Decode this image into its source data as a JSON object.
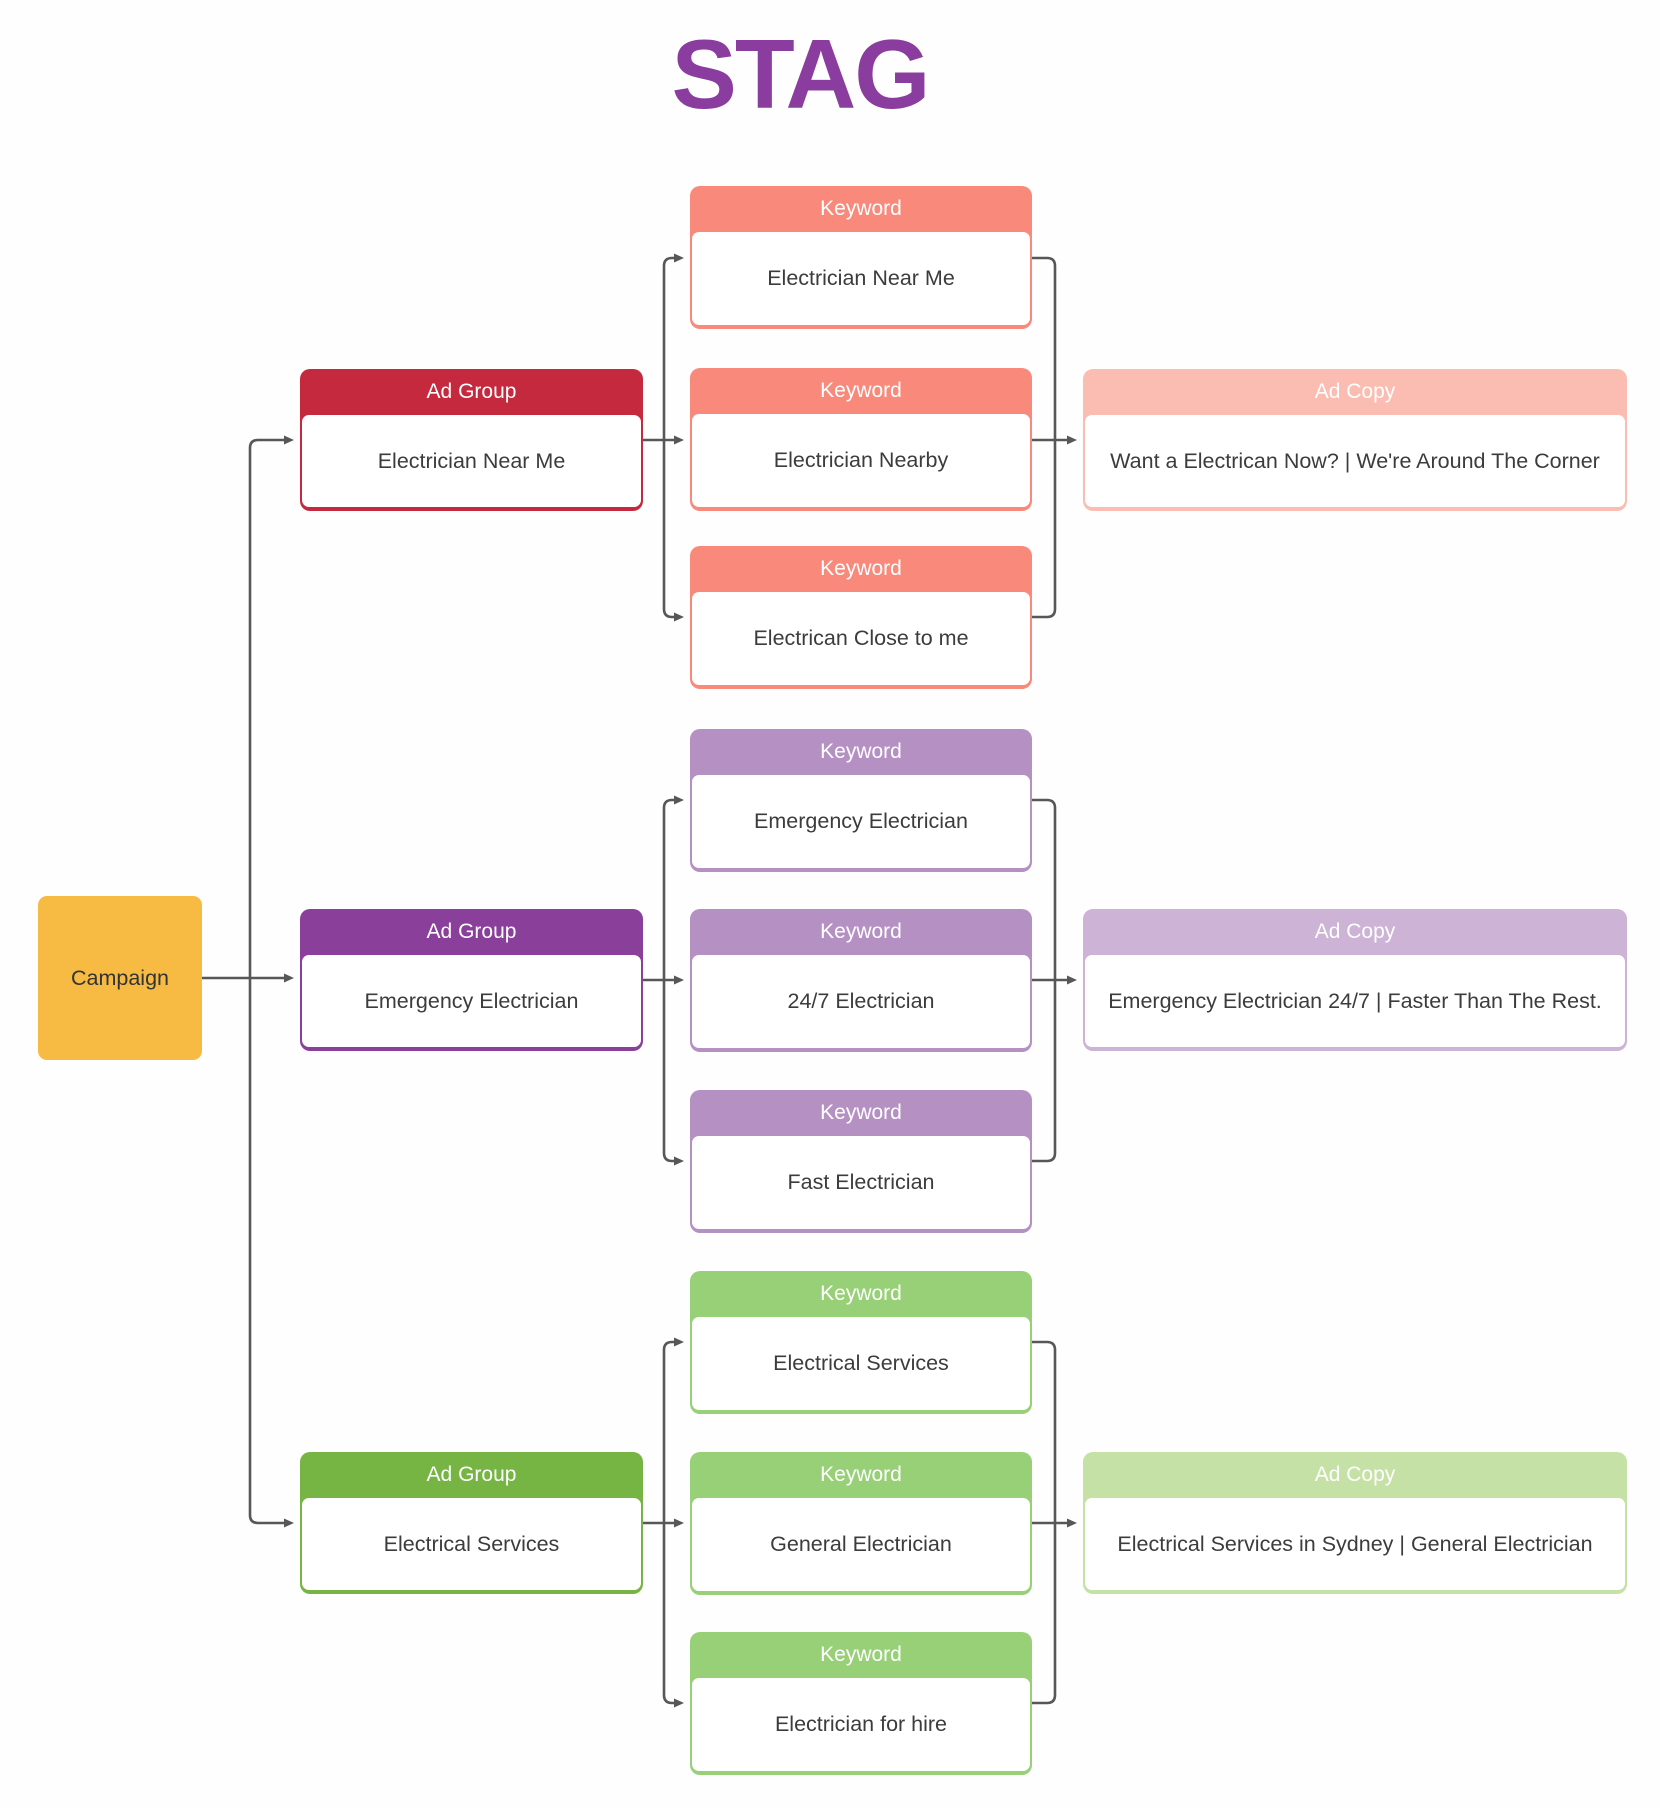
{
  "title": "STAG",
  "colors": {
    "title": "#8a3d9e",
    "campaign": "#f7bb43",
    "connector": "#575757",
    "group1": {
      "ad_group": "#c5293d",
      "keyword": "#f8897b",
      "ad_copy": "#fbbdb2"
    },
    "group2": {
      "ad_group": "#8a3f9b",
      "keyword": "#b590c2",
      "ad_copy": "#cdb3d6"
    },
    "group3": {
      "ad_group": "#76b443",
      "keyword": "#97d077",
      "ad_copy": "#c6e1a5"
    }
  },
  "campaign": {
    "label": "Campaign"
  },
  "groups": [
    {
      "ad_group": {
        "header": "Ad Group",
        "name": "Electrician Near Me"
      },
      "keywords": [
        {
          "header": "Keyword",
          "name": "Electrician Near Me"
        },
        {
          "header": "Keyword",
          "name": "Electrician Nearby"
        },
        {
          "header": "Keyword",
          "name": "Electrican Close to me"
        }
      ],
      "ad_copy": {
        "header": "Ad Copy",
        "text": "Want a Electrican Now? | We're Around The Corner"
      }
    },
    {
      "ad_group": {
        "header": "Ad Group",
        "name": "Emergency Electrician"
      },
      "keywords": [
        {
          "header": "Keyword",
          "name": "Emergency Electrician"
        },
        {
          "header": "Keyword",
          "name": "24/7 Electrician"
        },
        {
          "header": "Keyword",
          "name": "Fast Electrician"
        }
      ],
      "ad_copy": {
        "header": "Ad Copy",
        "text": "Emergency Electrician 24/7 | Faster Than The Rest."
      }
    },
    {
      "ad_group": {
        "header": "Ad Group",
        "name": "Electrical Services"
      },
      "keywords": [
        {
          "header": "Keyword",
          "name": "Electrical Services"
        },
        {
          "header": "Keyword",
          "name": "General Electrician"
        },
        {
          "header": "Keyword",
          "name": "Electrician for hire"
        }
      ],
      "ad_copy": {
        "header": "Ad Copy",
        "text": "Electrical Services in Sydney | General Electrician"
      }
    }
  ]
}
